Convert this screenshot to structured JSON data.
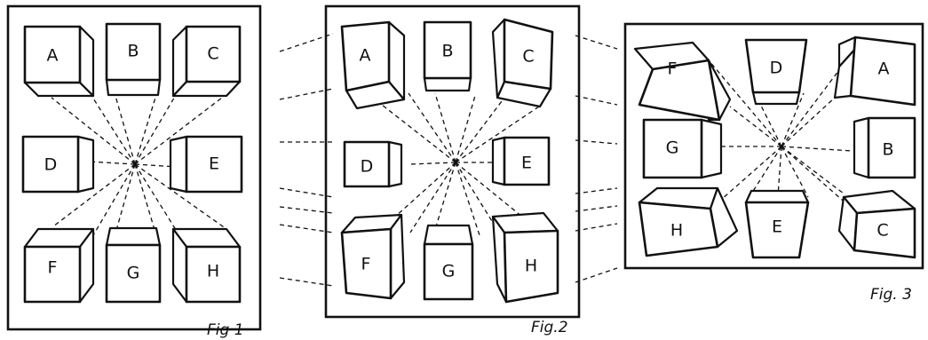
{
  "figures": [
    {
      "caption": "Fig 1",
      "labels": [
        "A",
        "B",
        "C",
        "D",
        "E",
        "F",
        "G",
        "H"
      ]
    },
    {
      "caption": "Fig.2",
      "labels": [
        "A",
        "B",
        "C",
        "D",
        "E",
        "F",
        "G",
        "H"
      ]
    },
    {
      "caption": "Fig. 3",
      "labels": [
        "F",
        "D",
        "A",
        "G",
        "B",
        "H",
        "E",
        "C"
      ]
    }
  ]
}
